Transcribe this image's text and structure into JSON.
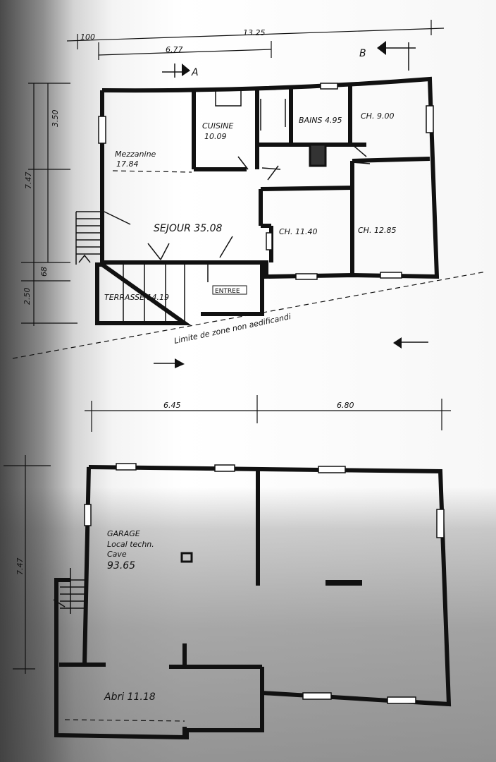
{
  "upper_plan": {
    "dimensions": {
      "top_offset": "100",
      "total_width": "13.25",
      "partial_width": "6.77",
      "left_total": "7.47",
      "left_upper": "3.50",
      "left_lower": "2.50",
      "left_small": "68"
    },
    "section_marks": {
      "a": "A",
      "b": "B"
    },
    "rooms": {
      "mezzanine": "Mezzanine",
      "mezzanine_area": "17.84",
      "cuisine": "CUISINE",
      "cuisine_area": "10.09",
      "bains": "BAINS 4.95",
      "ch_top": "CH. 9.00",
      "sejour": "SEJOUR 35.08",
      "ch_left": "CH. 11.40",
      "ch_right": "CH. 12.85",
      "terrasse": "TERRASSE 14.19",
      "entree": "ENTREE"
    },
    "limit_label": "Limite de zone non aedificandi"
  },
  "lower_plan": {
    "dimensions": {
      "width_left": "6.45",
      "width_right": "6.80",
      "height": "7.47"
    },
    "rooms": {
      "garage_line1": "GARAGE",
      "garage_line2": "Local techn.",
      "garage_line3": "Cave",
      "garage_area": "93.65",
      "abri": "Abri 11.18"
    }
  }
}
